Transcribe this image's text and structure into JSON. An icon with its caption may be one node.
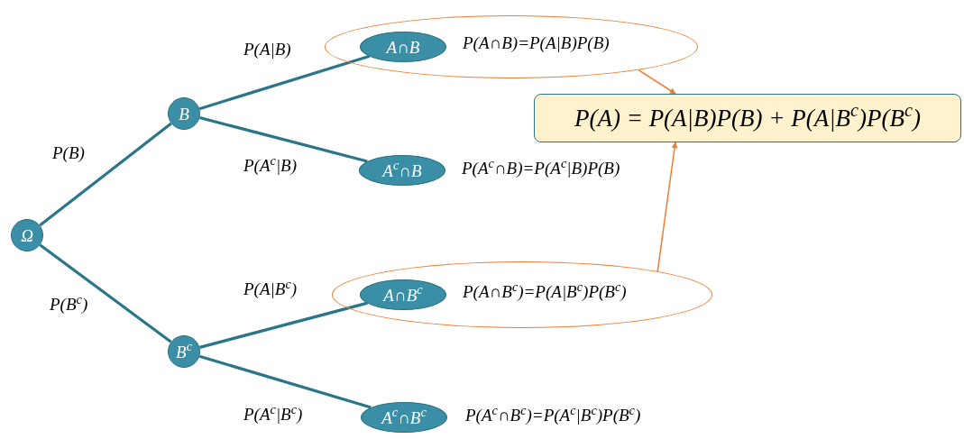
{
  "diagram": {
    "nodes": [
      {
        "text": [
          "Ω"
        ]
      },
      {
        "text": [
          "B"
        ]
      },
      {
        "text": [
          "B$^{c}$"
        ]
      },
      {
        "text": [
          "P(A∩B)=P(A|B)P(B)"
        ]
      },
      {
        "text": [
          "A∩B"
        ],
        "in": 3
      },
      {
        "text": [
          "A$^{c}$∩B"
        ],
        "beside": [
          "P(A$^{c}$∩B)=P(A$^{c}$|B)P(B)"
        ]
      },
      {
        "text": [
          "P(A∩B$^{c}$)=P(A|B$^{c}$)P(B$^{c}$)"
        ]
      },
      {
        "text": [
          "A∩B$^{c}$"
        ],
        "in": 6
      },
      {
        "text": [
          "A$^{c}$∩B$^{c}$"
        ],
        "beside": [
          "P(A$^{c}$∩B$^{c}$)=P(A$^{c}$|B$^{c}$)P(B$^{c}$)"
        ]
      },
      {
        "text": [
          "P(A) = P(A|B)P(B) + P(A|B$^{c}$)P(B$^{c}$)"
        ]
      }
    ],
    "edges": [
      {
        "from": 0,
        "to": 1,
        "arrow": "none",
        "label": "P(B)"
      },
      {
        "from": 0,
        "to": 2,
        "arrow": "none",
        "label": "P(B$^{c}$)"
      },
      {
        "from": 1,
        "to": 4,
        "arrow": "none",
        "label": "P(A|B)"
      },
      {
        "from": 1,
        "to": 5,
        "arrow": "none",
        "label": "P(A$^{c}$|B)"
      },
      {
        "from": 2,
        "to": 7,
        "arrow": "none",
        "label": "P(A|B$^{c}$)"
      },
      {
        "from": 2,
        "to": 8,
        "arrow": "none",
        "label": "P(A$^{c}$|B$^{c}$)"
      },
      {
        "from": 3,
        "to": 9,
        "arrow": "to",
        "color": "#ed7d31"
      },
      {
        "from": 6,
        "to": 9,
        "arrow": "to",
        "color": "#ed7d31"
      }
    ]
  }
}
